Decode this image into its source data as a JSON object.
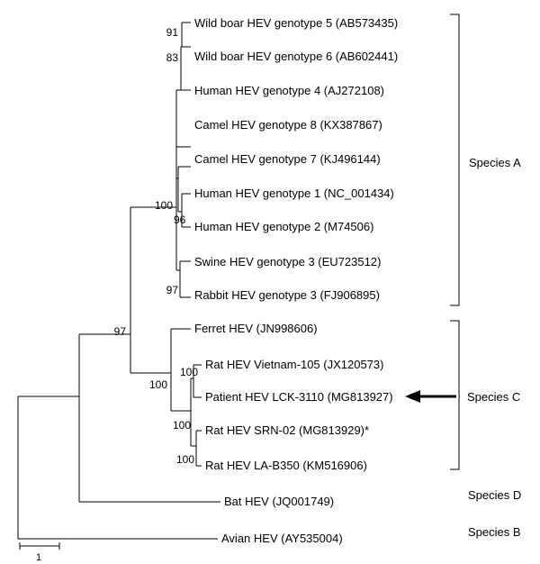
{
  "leaves": [
    "Wild boar HEV genotype 5 (AB573435)",
    "Wild boar HEV genotype 6 (AB602441)",
    "Human HEV genotype 4 (AJ272108)",
    "Camel HEV genotype 8 (KX387867)",
    "Camel HEV genotype 7 (KJ496144)",
    "Human HEV genotype 1 (NC_001434)",
    "Human HEV genotype 2 (M74506)",
    "Swine HEV genotype 3 (EU723512)",
    "Rabbit HEV genotype 3 (FJ906895)",
    "Ferret HEV (JN998606)",
    "Rat HEV Vietnam-105 (JX120573)",
    "Patient HEV LCK-3110 (MG813927)",
    "Rat HEV SRN-02 (MG813929)*",
    "Rat HEV LA-B350 (KM516906)",
    "Bat HEV (JQ001749)",
    "Avian HEV (AY535004)"
  ],
  "bootstrap": [
    "91",
    "83",
    "100",
    "96",
    "97",
    "97",
    "100",
    "100",
    "100",
    "100"
  ],
  "species": [
    "Species A",
    "Species C",
    "Species D",
    "Species B"
  ],
  "scale_bar": {
    "label": "1"
  }
}
